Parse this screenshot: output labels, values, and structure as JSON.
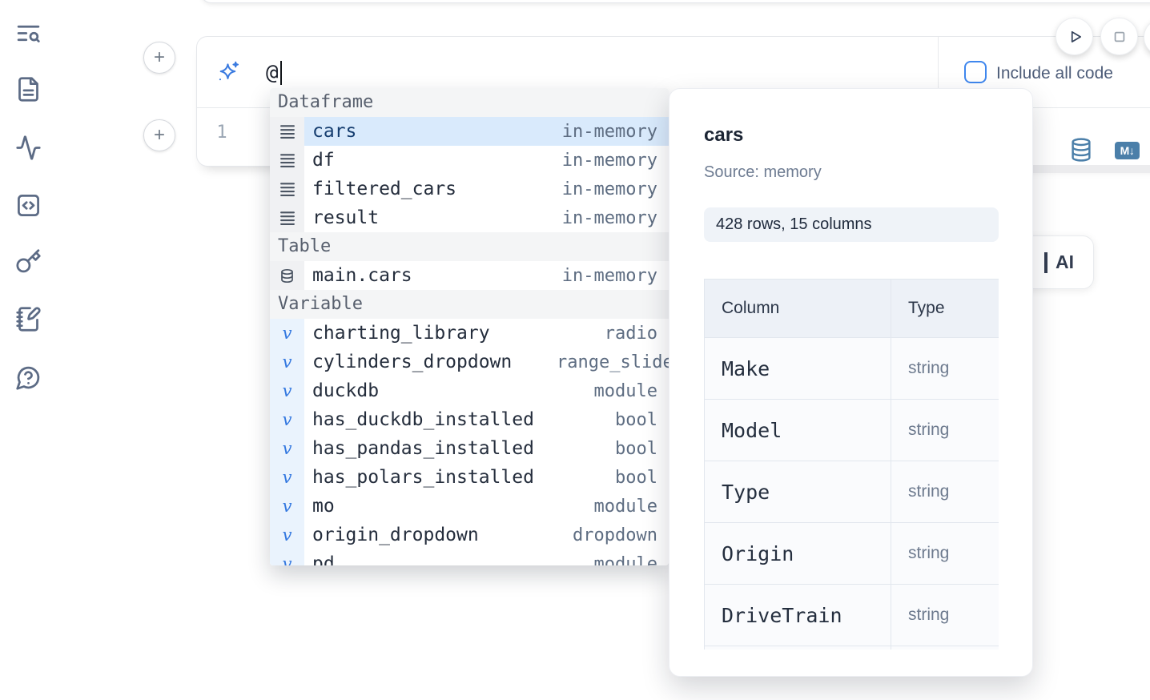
{
  "sidebar": {
    "icons": [
      "table-of-contents-search-icon",
      "file-document-icon",
      "activity-icon",
      "code-cell-icon",
      "key-icon",
      "scratchpad-icon",
      "help-chat-icon"
    ]
  },
  "cell_controls": {
    "add_cell_top": "+",
    "add_cell_bottom": "+"
  },
  "run_controls": {
    "play_icon": "play-icon",
    "stop_icon": "stop-icon"
  },
  "prompt": {
    "value": "@",
    "sparkle_icon": "ai-sparkle-icon",
    "include_all_code_label": "Include all code",
    "checkbox_checked": false
  },
  "editor": {
    "line_number": "1"
  },
  "cell_toolbar": {
    "database_icon": "database-icon",
    "markdown_badge": "M↓"
  },
  "ai_card": {
    "label": "AI"
  },
  "autocomplete": {
    "sections": [
      {
        "label": "Dataframe",
        "kind": "dataframe",
        "items": [
          {
            "name": "cars",
            "type": "in-memory",
            "icon": "dataframe-icon",
            "selected": true
          },
          {
            "name": "df",
            "type": "in-memory",
            "icon": "dataframe-icon"
          },
          {
            "name": "filtered_cars",
            "type": "in-memory",
            "icon": "dataframe-icon"
          },
          {
            "name": "result",
            "type": "in-memory",
            "icon": "dataframe-icon"
          }
        ]
      },
      {
        "label": "Table",
        "kind": "table",
        "items": [
          {
            "name": "main.cars",
            "type": "in-memory",
            "icon": "database-small-icon"
          }
        ]
      },
      {
        "label": "Variable",
        "kind": "variable",
        "items": [
          {
            "name": "charting_library",
            "type": "radio",
            "icon": "variable-icon"
          },
          {
            "name": "cylinders_dropdown",
            "type": "range_slider",
            "icon": "variable-icon"
          },
          {
            "name": "duckdb",
            "type": "module",
            "icon": "variable-icon"
          },
          {
            "name": "has_duckdb_installed",
            "type": "bool",
            "icon": "variable-icon"
          },
          {
            "name": "has_pandas_installed",
            "type": "bool",
            "icon": "variable-icon"
          },
          {
            "name": "has_polars_installed",
            "type": "bool",
            "icon": "variable-icon"
          },
          {
            "name": "mo",
            "type": "module",
            "icon": "variable-icon"
          },
          {
            "name": "origin_dropdown",
            "type": "dropdown",
            "icon": "variable-icon"
          },
          {
            "name": "pd",
            "type": "module",
            "icon": "variable-icon"
          }
        ]
      }
    ]
  },
  "preview": {
    "title": "cars",
    "source": "Source: memory",
    "shape": "428 rows, 15 columns",
    "table": {
      "headers": [
        "Column",
        "Type"
      ],
      "rows": [
        [
          "Make",
          "string"
        ],
        [
          "Model",
          "string"
        ],
        [
          "Type",
          "string"
        ],
        [
          "Origin",
          "string"
        ],
        [
          "DriveTrain",
          "string"
        ]
      ]
    }
  },
  "colors": {
    "accent": "#3b82f6",
    "steel_blue": "#4b7fa9",
    "selection": "#d9eafc",
    "slate_icon": "#5c6b85"
  }
}
